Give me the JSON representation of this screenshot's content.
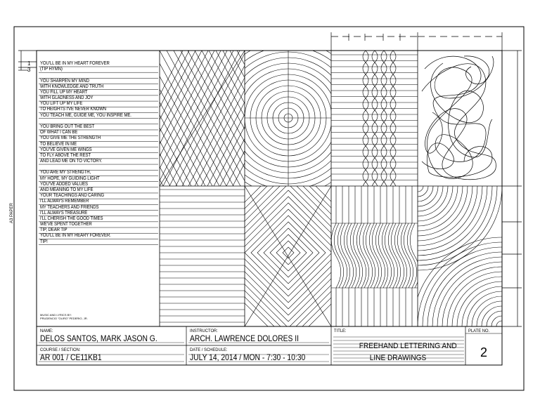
{
  "sheet_label": "A3 PAPER",
  "lyrics": {
    "lines": [
      "YOU'LL BE IN MY HEART FOREVER",
      "(TIP HYMN)",
      "",
      "YOU SHARPEN MY MIND",
      "WITH KNOWLEDGE AND TRUTH",
      "YOU FILL UP MY HEART",
      "WITH GLADNESS AND JOY",
      "YOU LIFT UP MY LIFE",
      "TO HEIGHTS I'VE NEVER KNOWN",
      "YOU TEACH ME, GUIDE ME, YOU INSPIRE ME.",
      "",
      "YOU BRING OUT THE BEST",
      "OF WHAT I CAN BE",
      "YOU GIVE ME THE STRENGTH",
      "TO BELIEVE IN ME",
      "YOU'VE GIVEN ME WINGS",
      "TO FLY ABOVE THE REST",
      "AND LEAD ME ON TO VICTORY.",
      "",
      "YOU ARE MY STRENGTH,",
      "MY HOPE, MY GUIDING LIGHT",
      "YOU'VE ADDED VALUES",
      "AND MEANING TO MY LIFE",
      "YOUR TEACHINGS AND CARING",
      "I'LL ALWAYS REMEMBER",
      "MY TEACHERS AND FRIENDS",
      "I'LL ALWAYS TREASURE",
      "I'LL CHERISH THE GOOD TIMES",
      "WE'VE SPENT TOGETHER",
      "TIP, DEAR TIP",
      "YOU'LL BE IN MY HEARY FOREVER.",
      "TIP!"
    ],
    "credit_1": "MUSIC AND LYRICS BY:",
    "credit_2": "PRUDENCIO \"OLIRO\" PEDERIO, JR."
  },
  "title_block": {
    "name_label": "NAME:",
    "name_value": "DELOS SANTOS, MARK JASON G.",
    "course_label": "COURSE / SECTION:",
    "course_value": "AR 001 / CE11KB1",
    "instructor_label": "INSTRUCTOR:",
    "instructor_value": "ARCH. LAWRENCE DOLORES II",
    "date_label": "DATE / SCHEDULE:",
    "date_value": "JULY 14, 2014 / MON - 7:30 - 10:30",
    "title_label": "TITLE:",
    "title_line1": "FREEHAND LETTERING AND",
    "title_line2": "LINE DRAWINGS",
    "plate_label": "PLATE NO.",
    "plate_value": "2"
  },
  "dimensions": {
    "d1": "1",
    "d2": "3"
  }
}
